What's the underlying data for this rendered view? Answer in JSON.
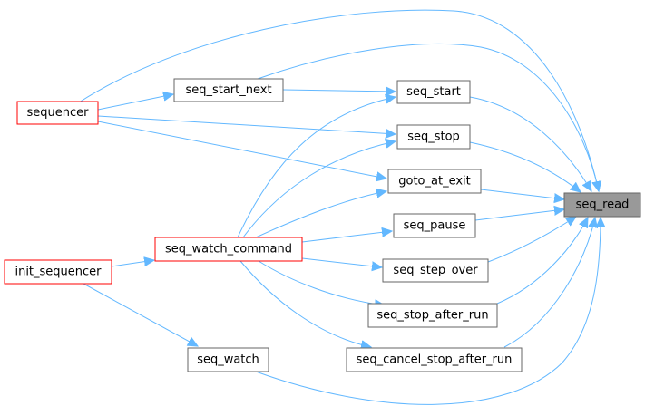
{
  "graph": {
    "nodes": {
      "seq_read": "seq_read",
      "sequencer": "sequencer",
      "seq_start_next": "seq_start_next",
      "seq_start": "seq_start",
      "seq_stop": "seq_stop",
      "goto_at_exit": "goto_at_exit",
      "seq_pause": "seq_pause",
      "seq_watch_command": "seq_watch_command",
      "init_sequencer": "init_sequencer",
      "seq_step_over": "seq_step_over",
      "seq_stop_after_run": "seq_stop_after_run",
      "seq_cancel_stop_after_run": "seq_cancel_stop_after_run",
      "seq_watch": "seq_watch"
    },
    "edges": [
      {
        "from": "sequencer",
        "to": "seq_read"
      },
      {
        "from": "sequencer",
        "to": "seq_start_next"
      },
      {
        "from": "sequencer",
        "to": "seq_stop"
      },
      {
        "from": "sequencer",
        "to": "goto_at_exit"
      },
      {
        "from": "seq_start_next",
        "to": "seq_read"
      },
      {
        "from": "seq_start_next",
        "to": "seq_start"
      },
      {
        "from": "seq_start",
        "to": "seq_read"
      },
      {
        "from": "seq_stop",
        "to": "seq_read"
      },
      {
        "from": "goto_at_exit",
        "to": "seq_read"
      },
      {
        "from": "seq_pause",
        "to": "seq_read"
      },
      {
        "from": "seq_step_over",
        "to": "seq_read"
      },
      {
        "from": "seq_stop_after_run",
        "to": "seq_read"
      },
      {
        "from": "seq_cancel_stop_after_run",
        "to": "seq_read"
      },
      {
        "from": "seq_watch",
        "to": "seq_read"
      },
      {
        "from": "seq_watch_command",
        "to": "seq_start"
      },
      {
        "from": "seq_watch_command",
        "to": "seq_stop"
      },
      {
        "from": "seq_watch_command",
        "to": "goto_at_exit"
      },
      {
        "from": "seq_watch_command",
        "to": "seq_pause"
      },
      {
        "from": "seq_watch_command",
        "to": "seq_step_over"
      },
      {
        "from": "seq_watch_command",
        "to": "seq_stop_after_run"
      },
      {
        "from": "seq_watch_command",
        "to": "seq_cancel_stop_after_run"
      },
      {
        "from": "init_sequencer",
        "to": "seq_watch_command"
      },
      {
        "from": "init_sequencer",
        "to": "seq_watch"
      }
    ]
  },
  "colors": {
    "edge": "#63b8ff",
    "node_border": "#666666",
    "red_border": "#ff0000",
    "focus_fill": "#999999"
  }
}
